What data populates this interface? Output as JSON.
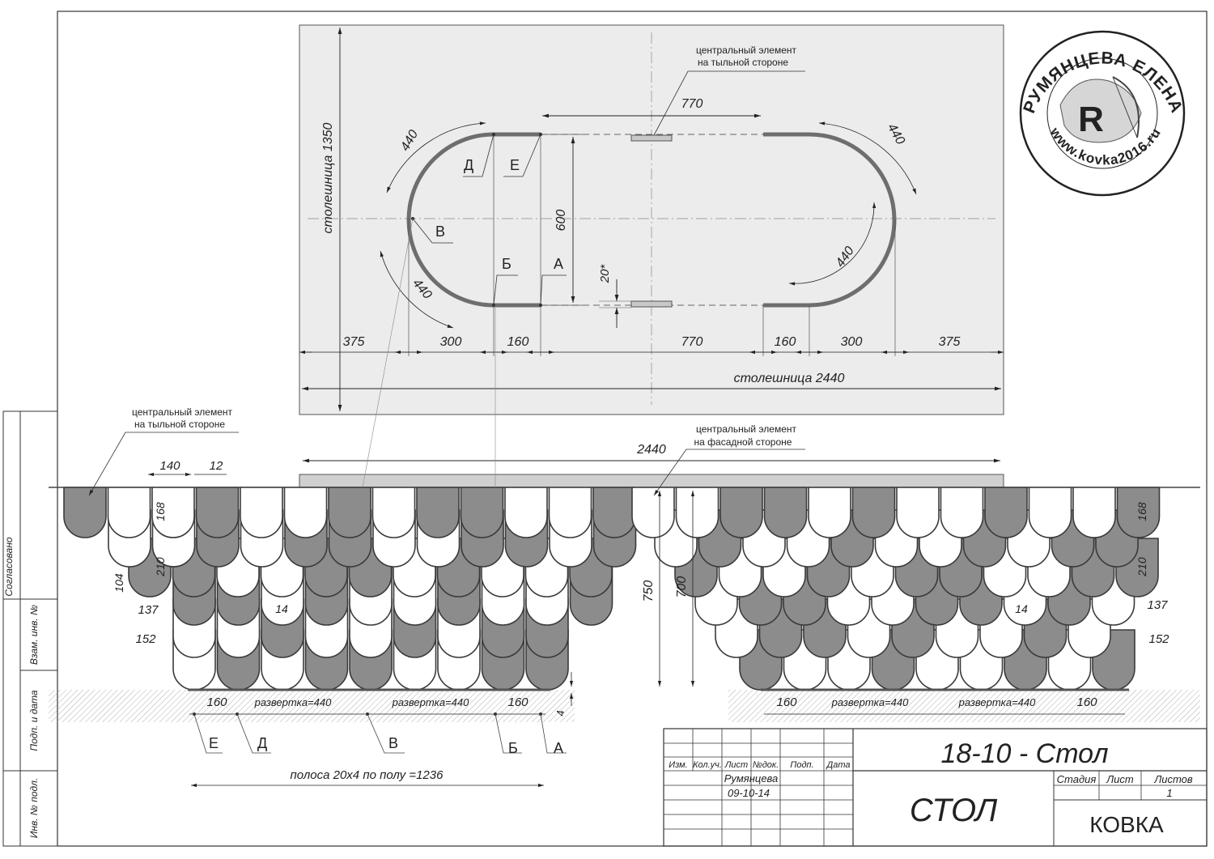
{
  "top_view": {
    "tabletop_width": "столешница 2440",
    "tabletop_depth": "столешница 1350",
    "dim_770_top": "770",
    "dim_440_left_top": "440",
    "dim_440_left_bottom": "440",
    "dim_440_right_top": "440",
    "dim_440_right_inner": "440",
    "dim_600": "600",
    "dim_20": "20*",
    "bottom_dims": [
      "375",
      "300",
      "160",
      "770",
      "160",
      "300",
      "375"
    ],
    "point_labels": {
      "D": "Д",
      "E": "Е",
      "V": "В",
      "B": "Б",
      "A": "А"
    },
    "note_back": [
      "центральный элемент",
      "на тыльной стороне"
    ]
  },
  "front_view": {
    "dim_2440": "2440",
    "note_back": [
      "центральный элемент",
      "на тыльной стороне"
    ],
    "note_front": [
      "центральный элемент",
      "на фасадной стороне"
    ],
    "dim_140": "140",
    "dim_12": "12",
    "dim_168_left": "168",
    "dim_168_right": "168",
    "dim_210_left": "210",
    "dim_210_right": "210",
    "dim_104": "104",
    "dim_137_left": "137",
    "dim_137_right": "137",
    "dim_152_left": "152",
    "dim_152_right": "152",
    "dim_14_left": "14",
    "dim_14_right": "14",
    "dim_750": "750",
    "dim_700": "700",
    "dim_4": "4",
    "bottom_dims_left": [
      "160",
      "развертка=440",
      "развертка=440",
      "160"
    ],
    "bottom_dims_right": [
      "160",
      "развертка=440",
      "развертка=440",
      "160"
    ],
    "point_labels": [
      "Е",
      "Д",
      "В",
      "Б",
      "А"
    ],
    "strip_note": "полоса 20х4 по полу =1236"
  },
  "side_stamp": {
    "agreed": "Согласовано",
    "inv_vzam": "Взам. инв. №",
    "sign_date": "Подп. и дата",
    "inv_orig": "Инв. № подл."
  },
  "title_block": {
    "headers": [
      "Изм.",
      "Кол.уч.",
      "Лист",
      "№док.",
      "Подп.",
      "Дата"
    ],
    "author": "Румянцева",
    "date": "09-10-14",
    "doc_number": "18-10   - Стол",
    "name": "СТОЛ",
    "stage_label": "Стадия",
    "sheet_label": "Лист",
    "sheets_label": "Листов",
    "sheets_value": "1",
    "org": "КОВКА"
  },
  "logo": {
    "name": "РУМЯНЦЕВА ЕЛЕНА",
    "site": "www.kovka2016.ru",
    "letter": "R"
  },
  "colors": {
    "panel": "#ececec",
    "dark_scale": "#8c8c8c",
    "light_scale": "#ffffff",
    "strip": "#6e6e6e",
    "line": "#3a3a3a"
  }
}
